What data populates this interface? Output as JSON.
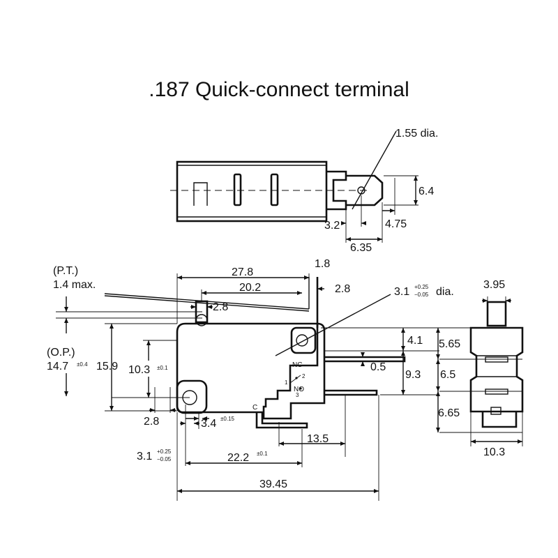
{
  "title": ".187 Quick-connect terminal",
  "top_view": {
    "hole_dia": "1.55 dia.",
    "width": "6.4",
    "offset": "3.2",
    "tab_length": "4.75",
    "tab_width": "6.35"
  },
  "front_view": {
    "pt_label": "(P.T.)",
    "pt_value": "1.4 max.",
    "op_label": "(O.P.)",
    "op_value": "14.7",
    "op_tol": "±0.4",
    "overall_height": "15.9",
    "pivot_height": "10.3",
    "pivot_tol": "±0.1",
    "body_top": "27.8",
    "body_inner": "20.2",
    "plunger_offset": "1.8",
    "plunger_width": "2.8",
    "hole_right": "2.8",
    "mount_dia": "3.1",
    "mount_tol_plus": "+0.25",
    "mount_tol_minus": "−0.05",
    "mount_suffix": "dia.",
    "dim_41": "4.1",
    "dim_05": "0.5",
    "dim_93": "9.3",
    "left_pin": "2.8",
    "left_dist": "3.4",
    "left_dist_tol": "±0.15",
    "left_hole": "3.1",
    "left_hole_tol_plus": "+0.25",
    "left_hole_tol_minus": "−0.05",
    "dim_135": "13.5",
    "dim_222": "22.2",
    "dim_222_tol": "±0.1",
    "total_length": "39.45",
    "term_nc": "NC",
    "term_no": "NO",
    "term_c": "C",
    "term_1": "1",
    "term_2": "2",
    "term_3": "3"
  },
  "side_view": {
    "top_width": "3.95",
    "dim_565": "5.65",
    "dim_65": "6.5",
    "dim_665": "6.65",
    "bottom_width": "10.3"
  }
}
